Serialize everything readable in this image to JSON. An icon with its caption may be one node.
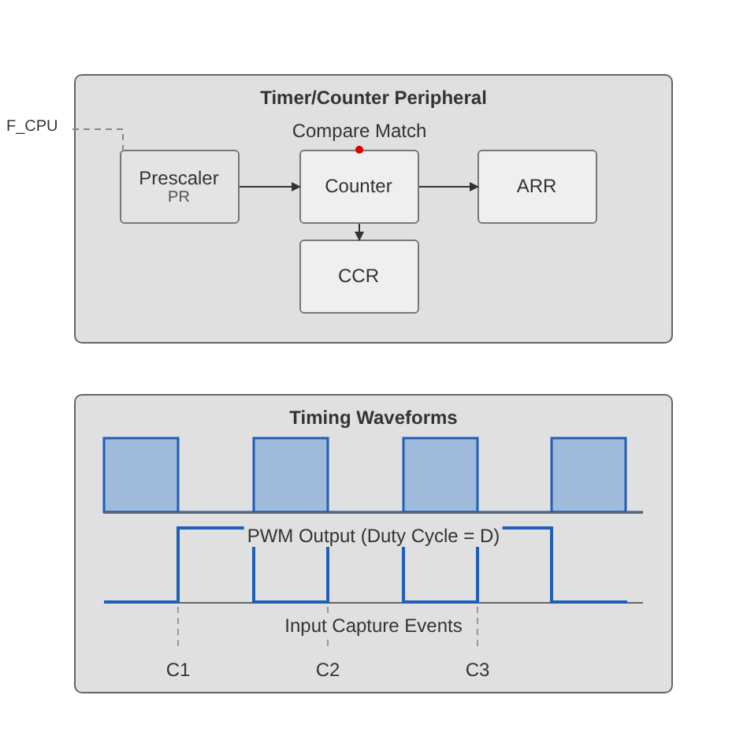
{
  "diagram": {
    "nodes": [
      {
        "text": [
          "Timer/Counter Peripheral"
        ]
      },
      {
        "text": [
          "F_CPU"
        ]
      },
      {
        "text": [
          "Prescaler",
          "PR"
        ],
        "in": 0
      },
      {
        "text": [
          "Counter"
        ],
        "in": 0
      },
      {
        "text": [
          "ARR"
        ],
        "in": 0
      },
      {
        "text": [
          "CCR"
        ],
        "in": 0
      },
      {
        "text": [
          "Timing Waveforms"
        ]
      }
    ],
    "edges": [
      {
        "from": 1,
        "to": 2,
        "arrow": "none",
        "style": "dashed"
      },
      {
        "from": 2,
        "to": 3,
        "arrow": "to"
      },
      {
        "from": 3,
        "to": 4,
        "arrow": "to"
      },
      {
        "from": 3,
        "to": 5,
        "arrow": "to"
      }
    ],
    "labels": [
      "Compare Match",
      "PWM Output (Duty Cycle = D)",
      "Input Capture Events",
      "C1",
      "C2",
      "C3"
    ]
  }
}
